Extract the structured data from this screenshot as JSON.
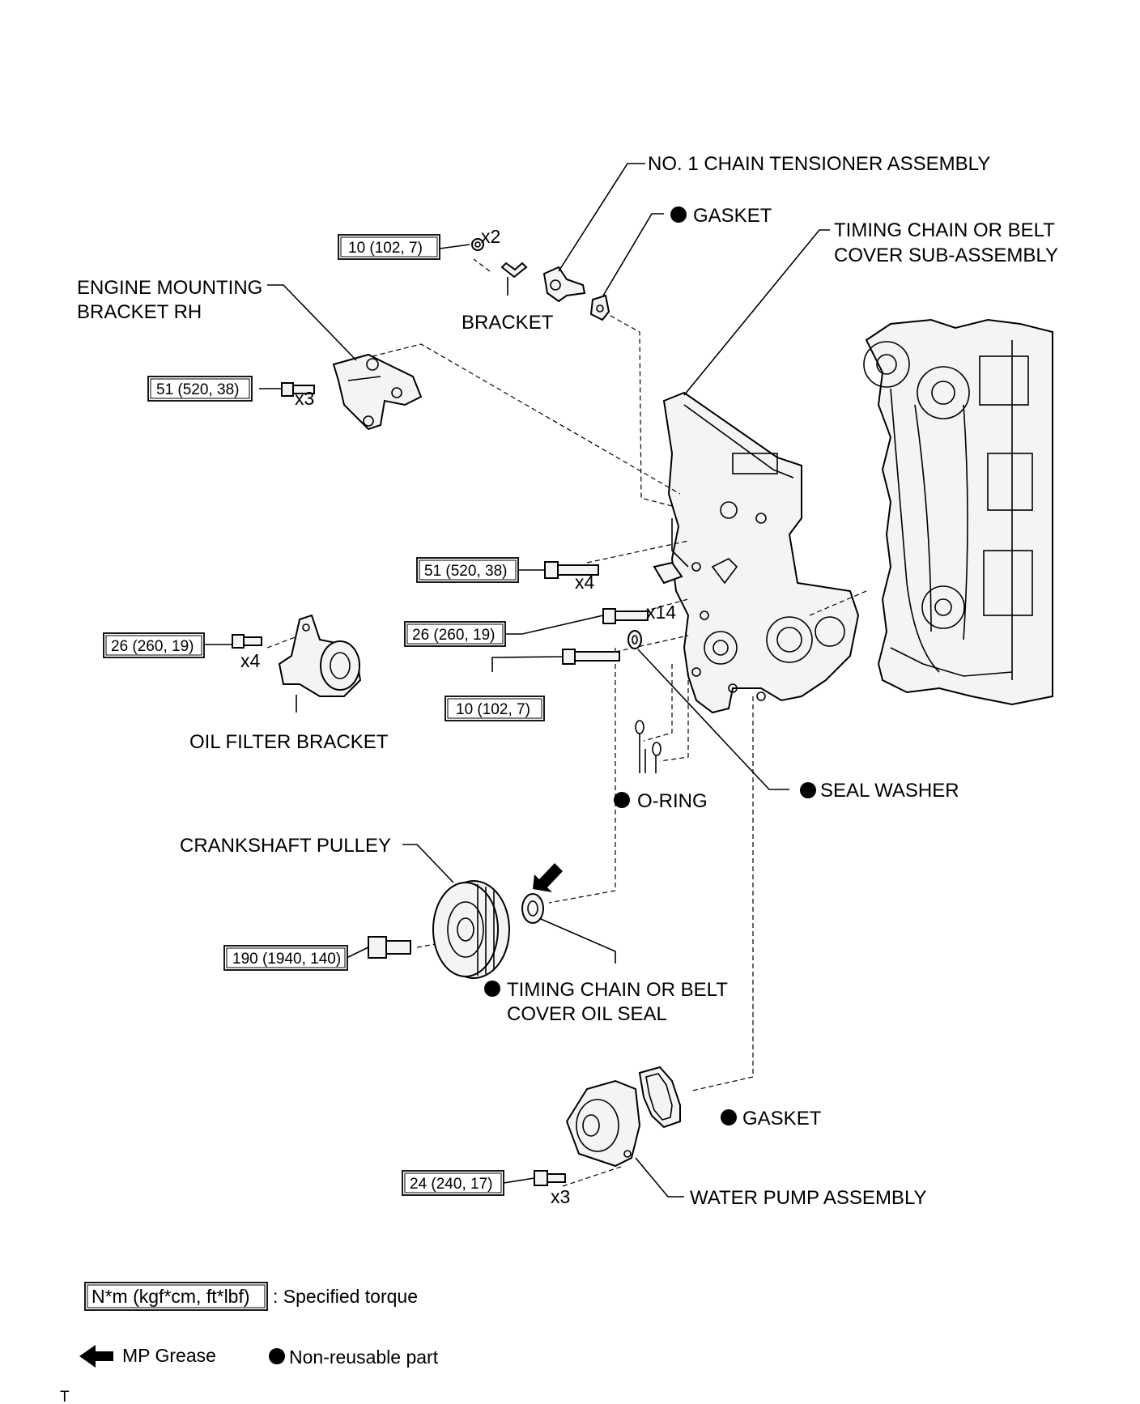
{
  "labels": {
    "tensioner": "NO. 1 CHAIN TENSIONER ASSEMBLY",
    "gasket_top": "GASKET",
    "cover_line1": "TIMING CHAIN OR BELT",
    "cover_line2": "COVER SUB-ASSEMBLY",
    "mount_line1": "ENGINE MOUNTING",
    "mount_line2": "BRACKET RH",
    "bracket": "BRACKET",
    "oil_filter": "OIL FILTER BRACKET",
    "seal_washer": "SEAL WASHER",
    "o_ring": "O-RING",
    "pulley": "CRANKSHAFT PULLEY",
    "oil_seal_line1": "TIMING CHAIN OR BELT",
    "oil_seal_line2": "COVER OIL SEAL",
    "gasket_pump": "GASKET",
    "water_pump": "WATER PUMP ASSEMBLY"
  },
  "torques": {
    "bracket_nut": "10 (102, 7)",
    "mount_bolts": "51 (520, 38)",
    "cover_bolts_long": "51 (520, 38)",
    "cover_bolts_mid": "26 (260, 19)",
    "oil_filter_bolts": "26 (260, 19)",
    "cover_bolts_short": "10 (102, 7)",
    "pulley_bolt": "190 (1940, 140)",
    "pump_bolts": "24 (240, 17)"
  },
  "quantities": {
    "bracket_nut": "x2",
    "mount_bolts": "x3",
    "cover_bolts_long": "x4",
    "cover_bolts_mid": "x14",
    "oil_filter_bolts": "x4",
    "pump_bolts": "x3"
  },
  "legend": {
    "torque_box": "N*m (kgf*cm, ft*lbf)",
    "torque_text": ": Specified torque",
    "grease_text": "MP Grease",
    "nonreusable_text": "Non-reusable part"
  },
  "footer": "T",
  "icons": {
    "nonreusable": "filled-circle-icon",
    "grease": "left-arrow-icon"
  }
}
